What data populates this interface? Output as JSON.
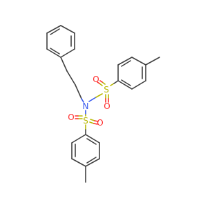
{
  "atoms": {
    "sulfur_upper": {
      "label": "S",
      "color": "#b8b800"
    },
    "sulfur_lower": {
      "label": "S",
      "color": "#b8b800"
    },
    "oxygen_upper_left": {
      "label": "O",
      "color": "#ff2a2a"
    },
    "oxygen_upper_bottom": {
      "label": "O",
      "color": "#ff2a2a"
    },
    "oxygen_lower_top": {
      "label": "O",
      "color": "#ff2a2a"
    },
    "oxygen_lower_right": {
      "label": "O",
      "color": "#ff2a2a"
    },
    "nitrogen": {
      "label": "N",
      "color": "#3355ee"
    }
  },
  "bond_color": "#404040"
}
